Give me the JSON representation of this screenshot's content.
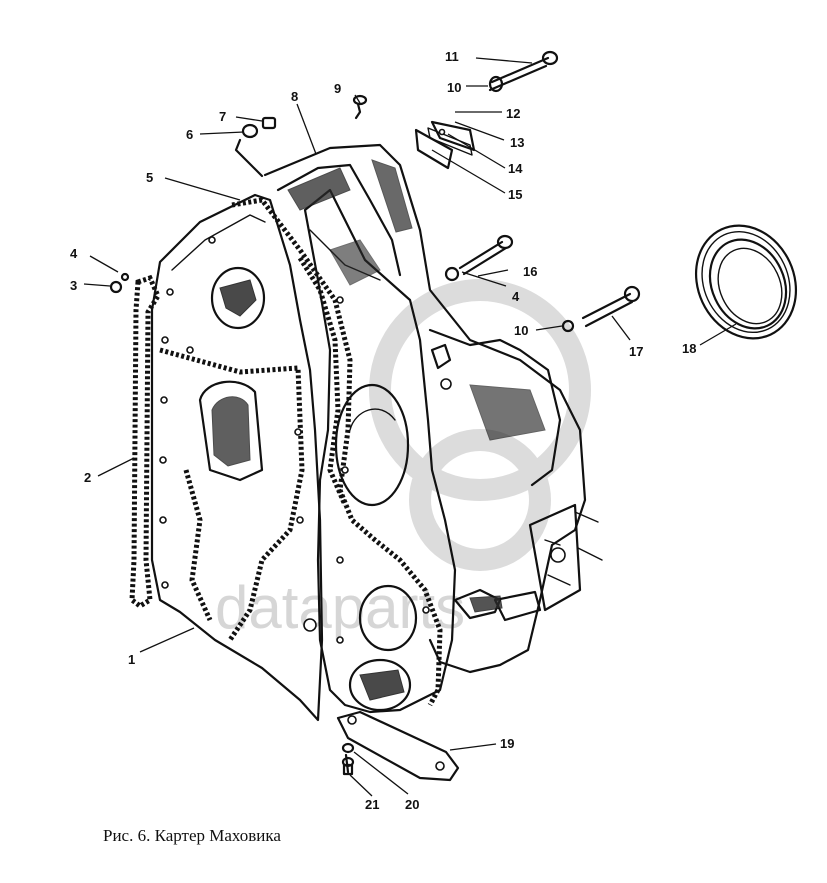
{
  "caption": "Рис. 6. Картер Маховика",
  "watermark": "dataparts",
  "callouts": [
    "1",
    "2",
    "3",
    "4",
    "4",
    "5",
    "6",
    "7",
    "8",
    "9",
    "10",
    "10",
    "11",
    "12",
    "13",
    "14",
    "15",
    "16",
    "17",
    "18",
    "19",
    "20",
    "21"
  ],
  "colors": {
    "ink": "#111111",
    "watermark": "#d6d6d6",
    "background": "#ffffff"
  }
}
